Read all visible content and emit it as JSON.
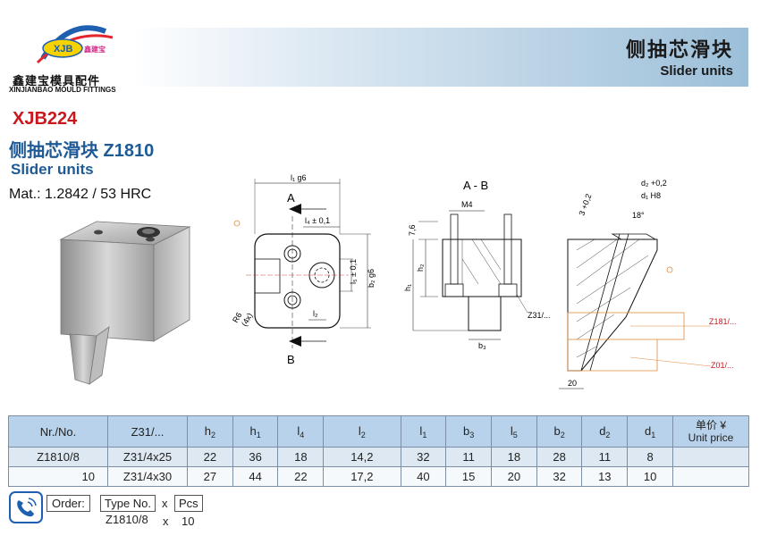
{
  "brand": {
    "logo_text": "XJB",
    "logo_cn_small": "鑫建宝",
    "name_cn": "鑫建宝模具配件",
    "name_en": "XINJIANBAO MOULD FITTINGS"
  },
  "header": {
    "title_cn": "侧抽芯滑块",
    "title_en": "Slider units"
  },
  "product": {
    "code": "XJB224",
    "name_cn": "侧抽芯滑块  Z1810",
    "name_en": "Slider units",
    "material": "Mat.: 1.2842 / 53 HRC"
  },
  "drawing_labels": {
    "front": {
      "l1": "l₁ g6",
      "A": "A",
      "l4": "l₄ ± 0,1",
      "l5": "l₅ ± 0,1",
      "b2": "b₂ g6",
      "l2": "l₂",
      "R6": "R6",
      "qty4x": "(4x)",
      "B": "B"
    },
    "side": {
      "title": "A - B",
      "M4": "M4",
      "dim76": "7,6",
      "h2": "h₂",
      "h1": "h₁",
      "b3": "b₃",
      "Z31": "Z31/..."
    },
    "section": {
      "d2": "d₂ +0,2",
      "d1": "d₁ H8",
      "dim3": "3 +0,2",
      "angle": "18°",
      "Z181": "Z181/...",
      "Z01": "Z01/...",
      "dim20": "20"
    }
  },
  "table": {
    "headers": [
      "Nr./No.",
      "Z31/...",
      "h2",
      "h1",
      "l4",
      "l2",
      "l1",
      "b3",
      "l5",
      "b2",
      "d2",
      "d1"
    ],
    "header_base": [
      "Nr./No.",
      "Z31/...",
      "h",
      "h",
      "l",
      "l",
      "l",
      "b",
      "l",
      "b",
      "d",
      "d"
    ],
    "header_sub": [
      "",
      "",
      "2",
      "1",
      "4",
      "2",
      "1",
      "3",
      "5",
      "2",
      "2",
      "1"
    ],
    "price_header": {
      "cn": "单价 ¥",
      "en": "Unit price"
    },
    "rows": [
      [
        "Z1810/8",
        "Z31/4x25",
        "22",
        "36",
        "18",
        "14,2",
        "32",
        "11",
        "18",
        "28",
        "11",
        "8",
        ""
      ],
      [
        "10",
        "Z31/4x30",
        "27",
        "44",
        "22",
        "17,2",
        "40",
        "15",
        "20",
        "32",
        "13",
        "10",
        ""
      ]
    ]
  },
  "order": {
    "label": "Order:",
    "type_no": "Type No.",
    "x": "x",
    "pcs": "Pcs",
    "example_type": "Z1810/8",
    "example_qty": "10"
  },
  "colors": {
    "accent_red": "#c8171d",
    "accent_blue": "#1e5a96",
    "header_blue": "#9cbfd9",
    "table_header": "#b7d2ea"
  }
}
